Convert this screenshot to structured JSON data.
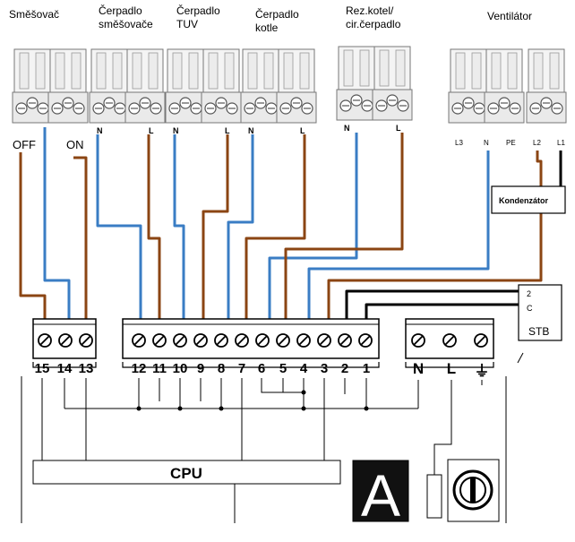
{
  "top_labels": {
    "mixer": "Směšovač",
    "mixer_pump_1": "Čerpadlo",
    "mixer_pump_2": "směšovače",
    "tuv_pump_1": "Čerpadlo",
    "tuv_pump_2": "TUV",
    "boiler_pump_1": "Čerpadlo",
    "boiler_pump_2": "kotle",
    "reserve_1": "Rez.kotel/",
    "reserve_2": "cir.čerpadlo",
    "fan": "Ventilátor"
  },
  "mixer_states": {
    "off": "OFF",
    "on": "ON"
  },
  "connector_pins": {
    "n": "N",
    "l": "L",
    "earth": "⏚"
  },
  "fan_pins": [
    "L3",
    "N",
    "PE",
    "L2",
    "L1"
  ],
  "condenser_label": "Kondenzátor",
  "stb": {
    "pin2": "2",
    "pinC": "C",
    "label": "STB"
  },
  "terminals": {
    "left": [
      "15",
      "14",
      "13"
    ],
    "main": [
      "12",
      "11",
      "10",
      "9",
      "8",
      "7",
      "6",
      "5",
      "4",
      "3",
      "2",
      "1"
    ],
    "power": [
      "N",
      "L",
      "⏚"
    ]
  },
  "cpu_label": "CPU",
  "variant_letter": "A",
  "colors": {
    "brown": "#8B4513",
    "blue": "#3A7DC4",
    "black": "#000000"
  }
}
